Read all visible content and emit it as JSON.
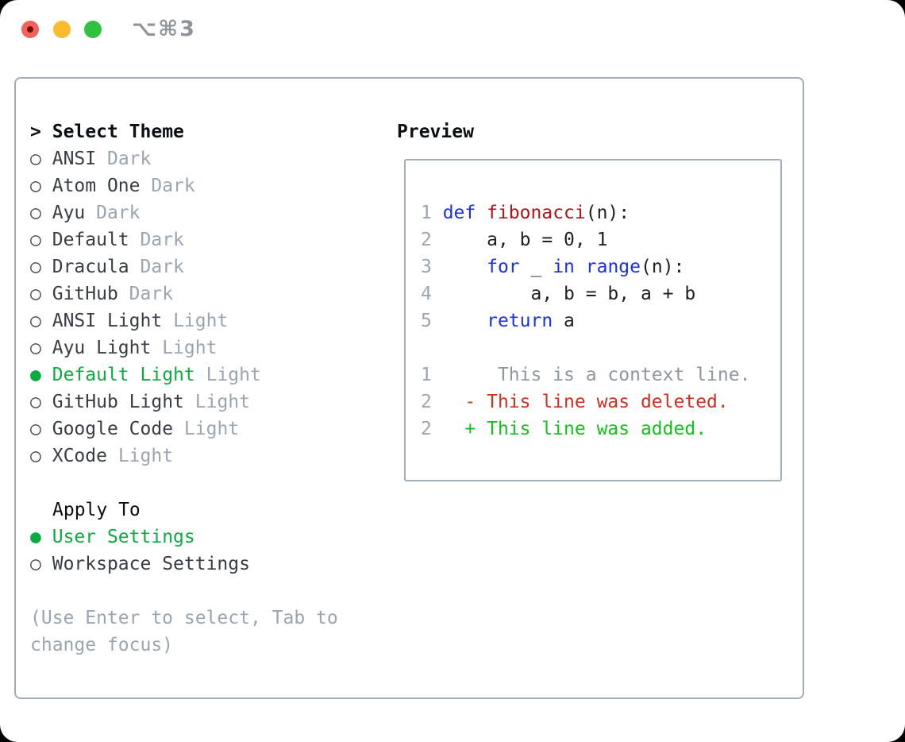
{
  "window": {
    "title": "⌥⌘3"
  },
  "colors": {
    "accent_green": "#0cab42",
    "added_green": "#0fc318",
    "deleted_red": "#cd2f1e",
    "keyword_blue": "#1c2fe8",
    "function_red": "#b0121c",
    "muted_gray": "#9aa5b1",
    "context_gray": "#8e969f",
    "text_dark": "#383d44",
    "header_black": "#0b0e12",
    "code_text": "#1c1f24",
    "border_gray": "#a3adb8",
    "titlebar_gray": "#8f949b",
    "light_red": "#f6605a",
    "light_yellow": "#fbbb2c",
    "light_green": "#2fc23f"
  },
  "icons": {
    "radio_unselected": "○",
    "radio_selected": "●"
  },
  "theme_selector": {
    "focus_prefix": ">",
    "header": "Select Theme",
    "items": [
      {
        "name": "ANSI",
        "variant": "Dark",
        "selected": false
      },
      {
        "name": "Atom One",
        "variant": "Dark",
        "selected": false
      },
      {
        "name": "Ayu",
        "variant": "Dark",
        "selected": false
      },
      {
        "name": "Default",
        "variant": "Dark",
        "selected": false
      },
      {
        "name": "Dracula",
        "variant": "Dark",
        "selected": false
      },
      {
        "name": "GitHub",
        "variant": "Dark",
        "selected": false
      },
      {
        "name": "ANSI Light",
        "variant": "Light",
        "selected": false
      },
      {
        "name": "Ayu Light",
        "variant": "Light",
        "selected": false
      },
      {
        "name": "Default Light",
        "variant": "Light",
        "selected": true
      },
      {
        "name": "GitHub Light",
        "variant": "Light",
        "selected": false
      },
      {
        "name": "Google Code",
        "variant": "Light",
        "selected": false
      },
      {
        "name": "XCode",
        "variant": "Light",
        "selected": false
      }
    ]
  },
  "apply_to": {
    "header": "Apply To",
    "items": [
      {
        "name": "User Settings",
        "selected": true
      },
      {
        "name": "Workspace Settings",
        "selected": false
      }
    ]
  },
  "help": {
    "text": "(Use Enter to select, Tab to change focus)"
  },
  "preview": {
    "header": "Preview",
    "lines": [
      [
        {
          "t": "1 ",
          "c": "num"
        },
        {
          "t": "def",
          "c": "kw"
        },
        {
          "t": " ",
          "c": "fg"
        },
        {
          "t": "fibonacci",
          "c": "fn"
        },
        {
          "t": "(n):",
          "c": "fg"
        }
      ],
      [
        {
          "t": "2 ",
          "c": "num"
        },
        {
          "t": "    a, b = 0, 1",
          "c": "fg"
        }
      ],
      [
        {
          "t": "3 ",
          "c": "num"
        },
        {
          "t": "    ",
          "c": "fg"
        },
        {
          "t": "for",
          "c": "kw"
        },
        {
          "t": " _ ",
          "c": "fg"
        },
        {
          "t": "in",
          "c": "kw"
        },
        {
          "t": " ",
          "c": "fg"
        },
        {
          "t": "range",
          "c": "kw"
        },
        {
          "t": "(n):",
          "c": "fg"
        }
      ],
      [
        {
          "t": "4 ",
          "c": "num"
        },
        {
          "t": "        a, b = b, a + b",
          "c": "fg"
        }
      ],
      [
        {
          "t": "5 ",
          "c": "num"
        },
        {
          "t": "    ",
          "c": "fg"
        },
        {
          "t": "return",
          "c": "kw"
        },
        {
          "t": " a",
          "c": "fg"
        }
      ],
      [],
      [
        {
          "t": "1",
          "c": "num"
        },
        {
          "t": "      This is a context line.",
          "c": "ctx"
        }
      ],
      [
        {
          "t": "2",
          "c": "num"
        },
        {
          "t": "   - This line was deleted.",
          "c": "del"
        }
      ],
      [
        {
          "t": "2",
          "c": "num"
        },
        {
          "t": "   + This line was added.",
          "c": "add"
        }
      ]
    ]
  }
}
